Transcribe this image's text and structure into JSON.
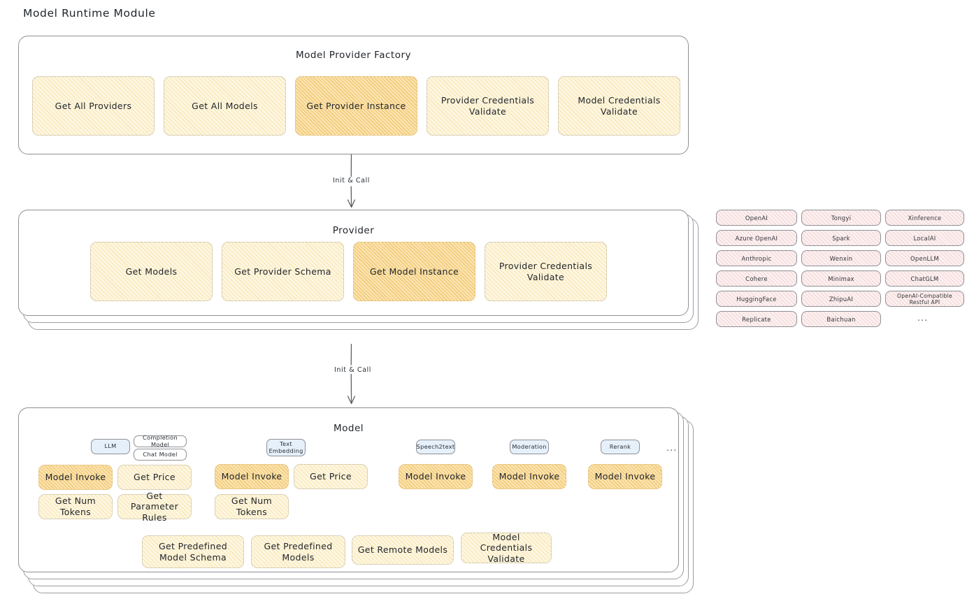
{
  "page": {
    "title": "Model Runtime Module"
  },
  "colors": {
    "node_fill": "#fdf6e0",
    "node_fill_highlight": "#fbe4b0",
    "node_border": "#b9b09a",
    "provider_chip_fill": "#fcf0f0",
    "type_chip_fill": "#e6f0fa",
    "card_border": "#8d9095",
    "text": "#1f2329"
  },
  "factory": {
    "title": "Model Provider Factory",
    "nodes": [
      {
        "label": "Get All Providers",
        "highlight": false
      },
      {
        "label": "Get All Models",
        "highlight": false
      },
      {
        "label": "Get Provider Instance",
        "highlight": true
      },
      {
        "label": "Provider Credentials Validate",
        "highlight": false
      },
      {
        "label": "Model Credentials Validate",
        "highlight": false
      }
    ]
  },
  "arrows": [
    {
      "label": "Init & Call",
      "from": "Model Provider Factory",
      "to": "Provider"
    },
    {
      "label": "Init & Call",
      "from": "Provider",
      "to": "Model"
    }
  ],
  "provider": {
    "title": "Provider",
    "nodes": [
      {
        "label": "Get Models",
        "highlight": false
      },
      {
        "label": "Get Provider Schema",
        "highlight": false
      },
      {
        "label": "Get Model Instance",
        "highlight": true
      },
      {
        "label": "Provider Credentials Validate",
        "highlight": false
      }
    ]
  },
  "provider_list": {
    "columns": [
      {
        "items": [
          "OpenAI",
          "Azure OpenAI",
          "Anthropic",
          "Cohere",
          "HuggingFace",
          "Replicate"
        ]
      },
      {
        "items": [
          "Tongyi",
          "Spark",
          "Wenxin",
          "Minimax",
          "ZhipuAI",
          "Baichuan"
        ]
      },
      {
        "items": [
          "Xinference",
          "LocalAI",
          "OpenLLM",
          "ChatGLM",
          "OpenAI-Compatible Restful API"
        ]
      }
    ],
    "more": "..."
  },
  "model": {
    "title": "Model",
    "more": "...",
    "groups": [
      {
        "type_label": "LLM",
        "type_style": "blue",
        "subtypes": [
          "Completion Model",
          "Chat Model"
        ],
        "nodes": [
          {
            "label": "Model Invoke",
            "highlight": true
          },
          {
            "label": "Get Price",
            "highlight": false
          },
          {
            "label": "Get Num Tokens",
            "highlight": false
          },
          {
            "label": "Get Parameter Rules",
            "highlight": false
          }
        ]
      },
      {
        "type_label": "Text Embedding",
        "type_style": "blue",
        "subtypes": [],
        "nodes": [
          {
            "label": "Model Invoke",
            "highlight": true
          },
          {
            "label": "Get Price",
            "highlight": false
          },
          {
            "label": "Get Num Tokens",
            "highlight": false
          }
        ]
      },
      {
        "type_label": "Speech2text",
        "type_style": "blue",
        "subtypes": [],
        "nodes": [
          {
            "label": "Model Invoke",
            "highlight": true
          }
        ]
      },
      {
        "type_label": "Moderation",
        "type_style": "blue",
        "subtypes": [],
        "nodes": [
          {
            "label": "Model Invoke",
            "highlight": true
          }
        ]
      },
      {
        "type_label": "Rerank",
        "type_style": "blue",
        "subtypes": [],
        "nodes": [
          {
            "label": "Model Invoke",
            "highlight": true
          }
        ]
      }
    ],
    "common_nodes": [
      {
        "label": "Get Predefined Model Schema"
      },
      {
        "label": "Get Predefined Models"
      },
      {
        "label": "Get Remote Models"
      },
      {
        "label": "Model Credentials Validate"
      }
    ]
  }
}
